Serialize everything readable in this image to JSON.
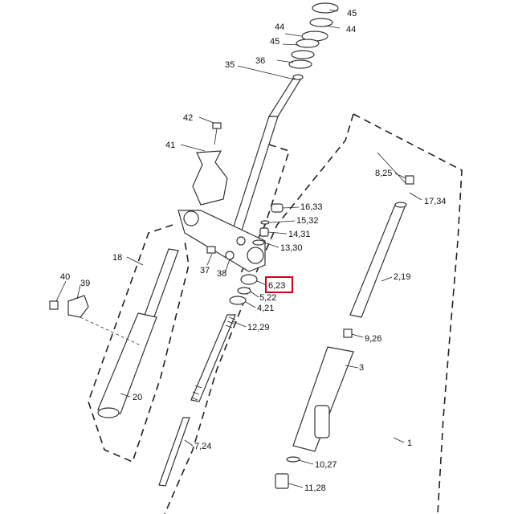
{
  "diagram": {
    "highlighted_callout": "6,23",
    "callouts": [
      {
        "id": "c45a",
        "text": "45"
      },
      {
        "id": "c44a",
        "text": "44"
      },
      {
        "id": "c44b",
        "text": "44"
      },
      {
        "id": "c45b",
        "text": "45"
      },
      {
        "id": "c36",
        "text": "36"
      },
      {
        "id": "c35",
        "text": "35"
      },
      {
        "id": "c42",
        "text": "42"
      },
      {
        "id": "c41",
        "text": "41"
      },
      {
        "id": "c8_25",
        "text": "8,25"
      },
      {
        "id": "c17_34",
        "text": "17,34"
      },
      {
        "id": "c16_33",
        "text": "16,33"
      },
      {
        "id": "c15_32",
        "text": "15,32"
      },
      {
        "id": "c14_31",
        "text": "14,31"
      },
      {
        "id": "c13_30",
        "text": "13,30"
      },
      {
        "id": "c18",
        "text": "18"
      },
      {
        "id": "c37",
        "text": "37"
      },
      {
        "id": "c38",
        "text": "38"
      },
      {
        "id": "c6_23",
        "text": "6,23"
      },
      {
        "id": "c2_19",
        "text": "2,19"
      },
      {
        "id": "c40",
        "text": "40"
      },
      {
        "id": "c39",
        "text": "39"
      },
      {
        "id": "c5_22",
        "text": "5,22"
      },
      {
        "id": "c4_21",
        "text": "4,21"
      },
      {
        "id": "c12_29",
        "text": "12,29"
      },
      {
        "id": "c9_26",
        "text": "9,26"
      },
      {
        "id": "c3",
        "text": "3"
      },
      {
        "id": "c20",
        "text": "20"
      },
      {
        "id": "c1",
        "text": "1"
      },
      {
        "id": "c7_24",
        "text": "7,24"
      },
      {
        "id": "c10_27",
        "text": "10,27"
      },
      {
        "id": "c11_28",
        "text": "11,28"
      }
    ]
  }
}
